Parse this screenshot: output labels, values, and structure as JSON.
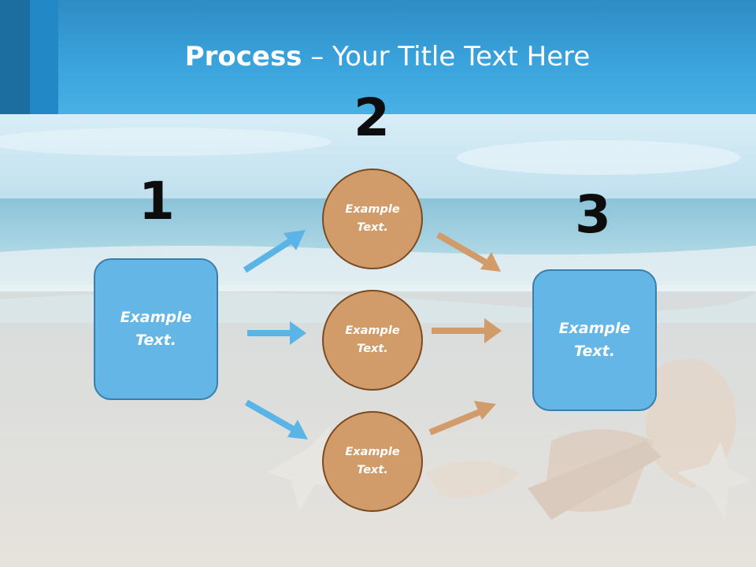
{
  "slide": {
    "title_bold": "Process",
    "title_rest": " – Your Title Text Here"
  },
  "steps": {
    "step1_number": "1",
    "step2_number": "2",
    "step3_number": "3"
  },
  "nodes": {
    "left_box": "Example\nText.",
    "circle_top": "Example\nText.",
    "circle_middle": "Example\nText.",
    "circle_bottom": "Example\nText.",
    "right_box": "Example\nText."
  },
  "colors": {
    "header": "#3aa3dc",
    "box_fill": "#63b6e6",
    "circle_fill": "#d29c6a",
    "blue_arrow": "#5ab4e6",
    "brown_arrow": "#d29c6a"
  }
}
